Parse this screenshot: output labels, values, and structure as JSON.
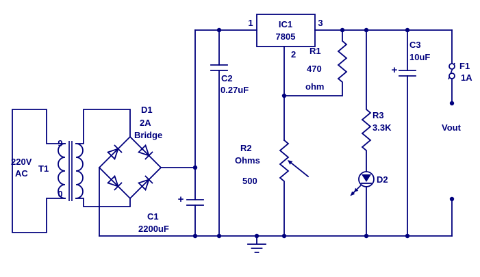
{
  "diagram": {
    "type": "circuit-schematic",
    "colors": {
      "line": "#00007d",
      "background": "#ffffff"
    },
    "components": {
      "source": {
        "line1": "220V",
        "line2": "AC"
      },
      "transformer": {
        "ref": "T1",
        "tap_top": "9",
        "tap_bottom": "0"
      },
      "bridge": {
        "ref": "D1",
        "rating": "2A",
        "kind": "Bridge"
      },
      "c1": {
        "ref": "C1",
        "value": "2200uF",
        "plus": "+"
      },
      "c2": {
        "ref": "C2",
        "value": "0.27uF"
      },
      "ic1": {
        "ref": "IC1",
        "part": "7805",
        "pin1": "1",
        "pin2": "2",
        "pin3": "3"
      },
      "r1": {
        "ref": "R1",
        "value": "470",
        "unit": "ohm"
      },
      "r2": {
        "ref": "R2",
        "unit": "Ohms",
        "value": "500"
      },
      "r3": {
        "ref": "R3",
        "value": "3.3K"
      },
      "d2": {
        "ref": "D2"
      },
      "c3": {
        "ref": "C3",
        "value": "10uF",
        "plus": "+"
      },
      "f1": {
        "ref": "F1",
        "rating": "1A"
      },
      "output": {
        "label": "Vout"
      }
    }
  }
}
